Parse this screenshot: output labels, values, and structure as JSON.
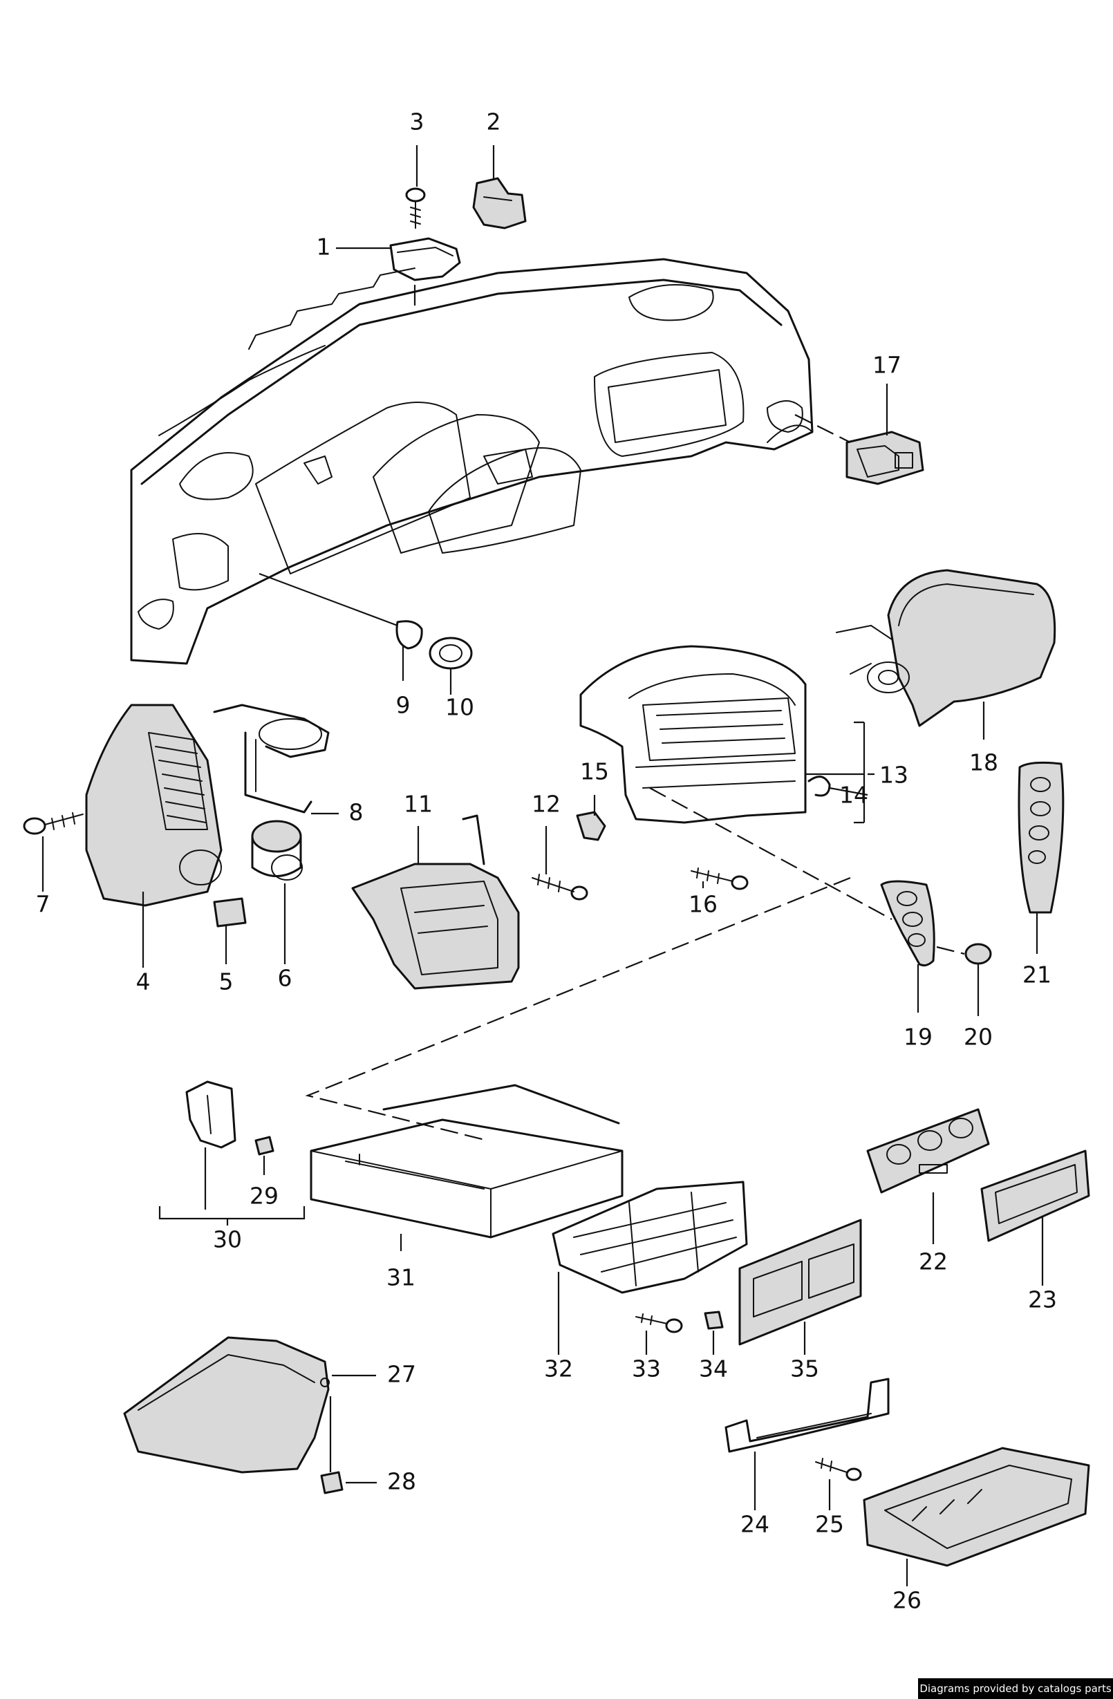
{
  "part_numbers": [
    "1",
    "2",
    "3",
    "4",
    "5",
    "6",
    "7",
    "8",
    "9",
    "10",
    "11",
    "12",
    "13",
    "14",
    "15",
    "16",
    "17",
    "18",
    "19",
    "20",
    "21",
    "22",
    "23",
    "24",
    "25",
    "26",
    "27",
    "28",
    "29",
    "30",
    "31",
    "32",
    "33",
    "34",
    "35"
  ],
  "credit": "Diagrams provided by catalogs parts"
}
